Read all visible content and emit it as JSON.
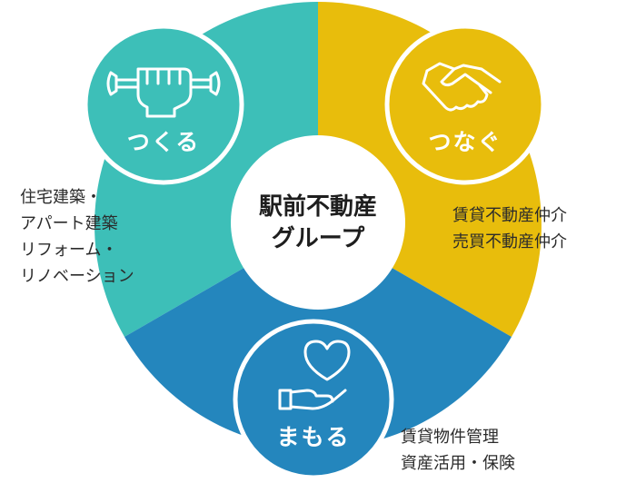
{
  "center": {
    "line1": "駅前不動産",
    "line2": "グループ"
  },
  "segments": [
    {
      "label": "つくる",
      "color": "#3dbfb8",
      "icon": "wrench-fist-icon",
      "desc": [
        "住宅建築・",
        "アパート建築",
        "リフォーム・",
        "リノベーション"
      ]
    },
    {
      "label": "つなぐ",
      "color": "#e8bd0c",
      "icon": "handshake-icon",
      "desc": [
        "賃貸不動産仲介",
        "売買不動産仲介"
      ]
    },
    {
      "label": "まもる",
      "color": "#2486bd",
      "icon": "hand-heart-icon",
      "desc": [
        "賃貸物件管理",
        "資産活用・保険"
      ]
    }
  ]
}
